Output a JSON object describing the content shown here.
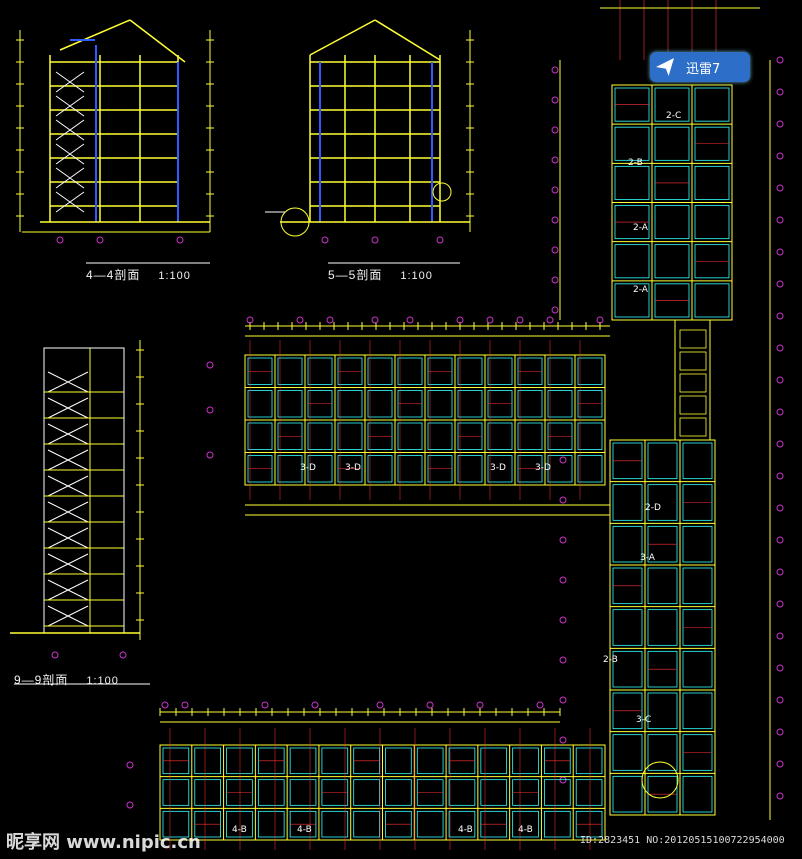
{
  "drawing": {
    "section_4": {
      "title": "4—4剖面",
      "scale": "1:100"
    },
    "section_5": {
      "title": "5—5剖面",
      "scale": "1:100"
    },
    "section_9": {
      "title": "9—9剖面",
      "scale": "1:100"
    },
    "unit_labels_right": [
      "2-C",
      "2-B",
      "2-A",
      "2-A",
      "2-D",
      "3-A",
      "2-B",
      "3-C"
    ],
    "unit_labels_middle": [
      "3-D",
      "3-D",
      "3-D",
      "3-D"
    ],
    "unit_labels_bottom": [
      "4-B",
      "4-B",
      "4-B",
      "4-B"
    ]
  },
  "overlay": {
    "xunlei_label": "迅雷7",
    "xunlei_icon": "bird-logo-icon"
  },
  "watermark": {
    "left_text": "昵享网 www.nipic.cn",
    "right_text": "ID:2823451 NO:20120515100722954000"
  },
  "colors": {
    "background": "#000000",
    "yellow": "#ffff33",
    "cyan": "#33ffff",
    "red": "#ff3333",
    "magenta": "#cc33cc",
    "white": "#ffffff",
    "blue": "#2f5cff"
  }
}
